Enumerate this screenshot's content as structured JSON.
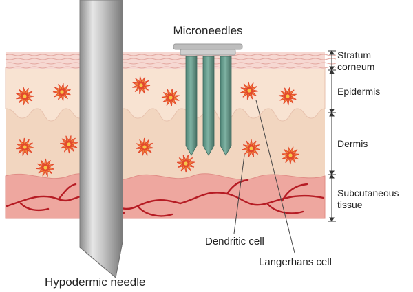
{
  "labels": {
    "microneedles": "Microneedles",
    "hypodermic_needle": "Hypodermic needle",
    "dendritic_cell": "Dendritic cell",
    "langerhans_cell": "Langerhans cell",
    "stratum_corneum": [
      "Stratum",
      "corneum"
    ],
    "epidermis": "Epidermis",
    "dermis": "Dermis",
    "subcutaneous_tissue": [
      "Subcutaneous",
      "tissue"
    ]
  },
  "colors": {
    "stratum_corneum": "#f6d8d2",
    "epidermis": "#f8e3d2",
    "dermis": "#f2d6c0",
    "subcutaneous": "#eea79f",
    "vessel": "#b61c24",
    "cell_body": "#e3482c",
    "cell_ray": "#f08a3c",
    "microneedle": "#5d9485",
    "hypodermic_needle": "#b3b3b3"
  }
}
